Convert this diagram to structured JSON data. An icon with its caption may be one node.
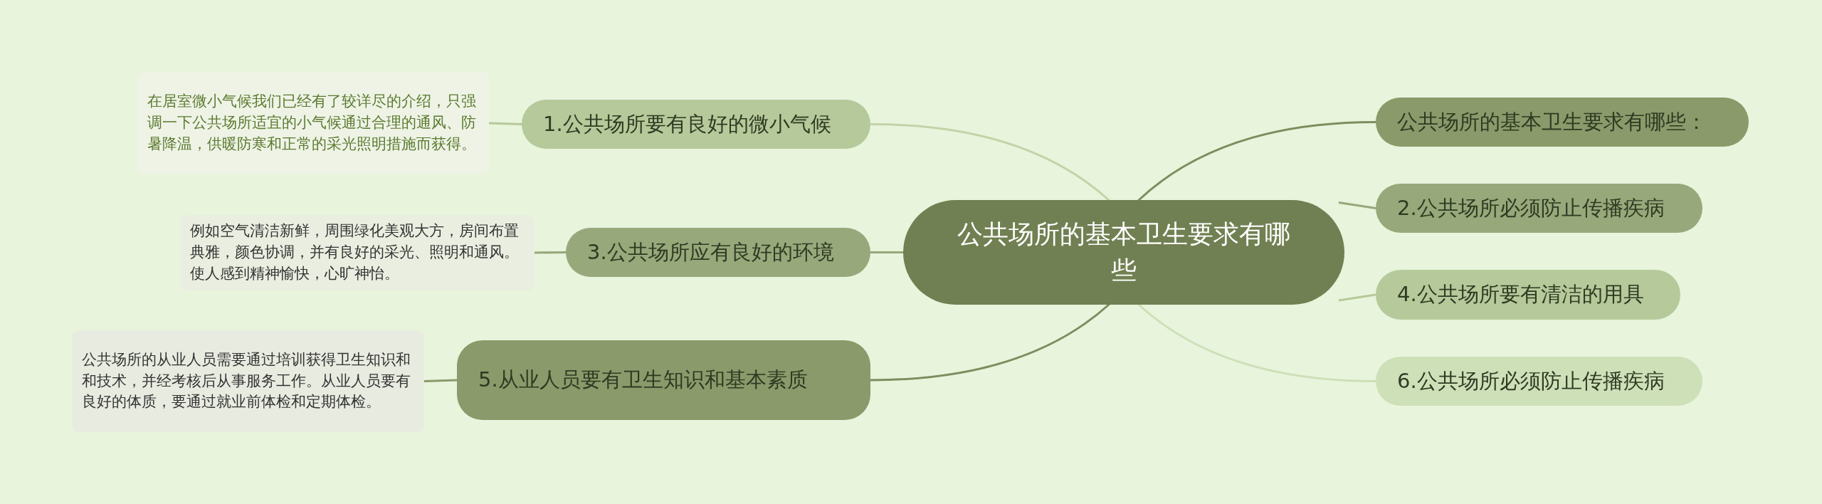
{
  "diagram": {
    "nodes": [
      {
        "text": [
          "公共场所的基本卫生要求有哪些"
        ]
      },
      {
        "text": [
          "1.公共场所要有良好的微小气候"
        ]
      },
      {
        "text": [
          "在居室微小气候我们已经有了较详尽的介绍，只强调一下公共场所适宜的小气候通过合理的通风、防暑降温，供暖防寒和正常的采光照明措施而获得。"
        ]
      },
      {
        "text": [
          "3.公共场所应有良好的环境"
        ]
      },
      {
        "text": [
          "例如空气清洁新鲜，周围绿化美观大方，房间布置典雅，颜色协调，并有良好的采光、照明和通风。使人感到精神愉快，心旷神怡。"
        ]
      },
      {
        "text": [
          "5.从业人员要有卫生知识和基本素质"
        ]
      },
      {
        "text": [
          "公共场所的从业人员需要通过培训获得卫生知识和和技术，并经考核后从事服务工作。从业人员要有良好的体质，要通过就业前体检和定期体检。"
        ]
      },
      {
        "text": [
          "公共场所的基本卫生要求有哪些："
        ]
      },
      {
        "text": [
          "2.公共场所必须防止传播疾病"
        ]
      },
      {
        "text": [
          "4.公共场所要有清洁的用具"
        ]
      },
      {
        "text": [
          "6.公共场所必须防止传播疾病"
        ]
      }
    ],
    "edges": [
      {
        "from": 0,
        "to": 1,
        "arrow": "none",
        "color": "#c2d4a8"
      },
      {
        "from": 1,
        "to": 2,
        "arrow": "none",
        "color": "#b5c99a"
      },
      {
        "from": 0,
        "to": 3,
        "arrow": "none",
        "color": "#97a87a"
      },
      {
        "from": 3,
        "to": 4,
        "arrow": "none",
        "color": "#97a87a"
      },
      {
        "from": 0,
        "to": 5,
        "arrow": "none",
        "color": "#7d8e5e"
      },
      {
        "from": 5,
        "to": 6,
        "arrow": "none",
        "color": "#8a9a6a"
      },
      {
        "from": 0,
        "to": 7,
        "arrow": "none",
        "color": "#7d8e5e"
      },
      {
        "from": 0,
        "to": 8,
        "arrow": "none",
        "color": "#97a87a"
      },
      {
        "from": 0,
        "to": 9,
        "arrow": "none",
        "color": "#b5c99a"
      },
      {
        "from": 0,
        "to": 10,
        "arrow": "none",
        "color": "#cde0b8"
      }
    ]
  }
}
